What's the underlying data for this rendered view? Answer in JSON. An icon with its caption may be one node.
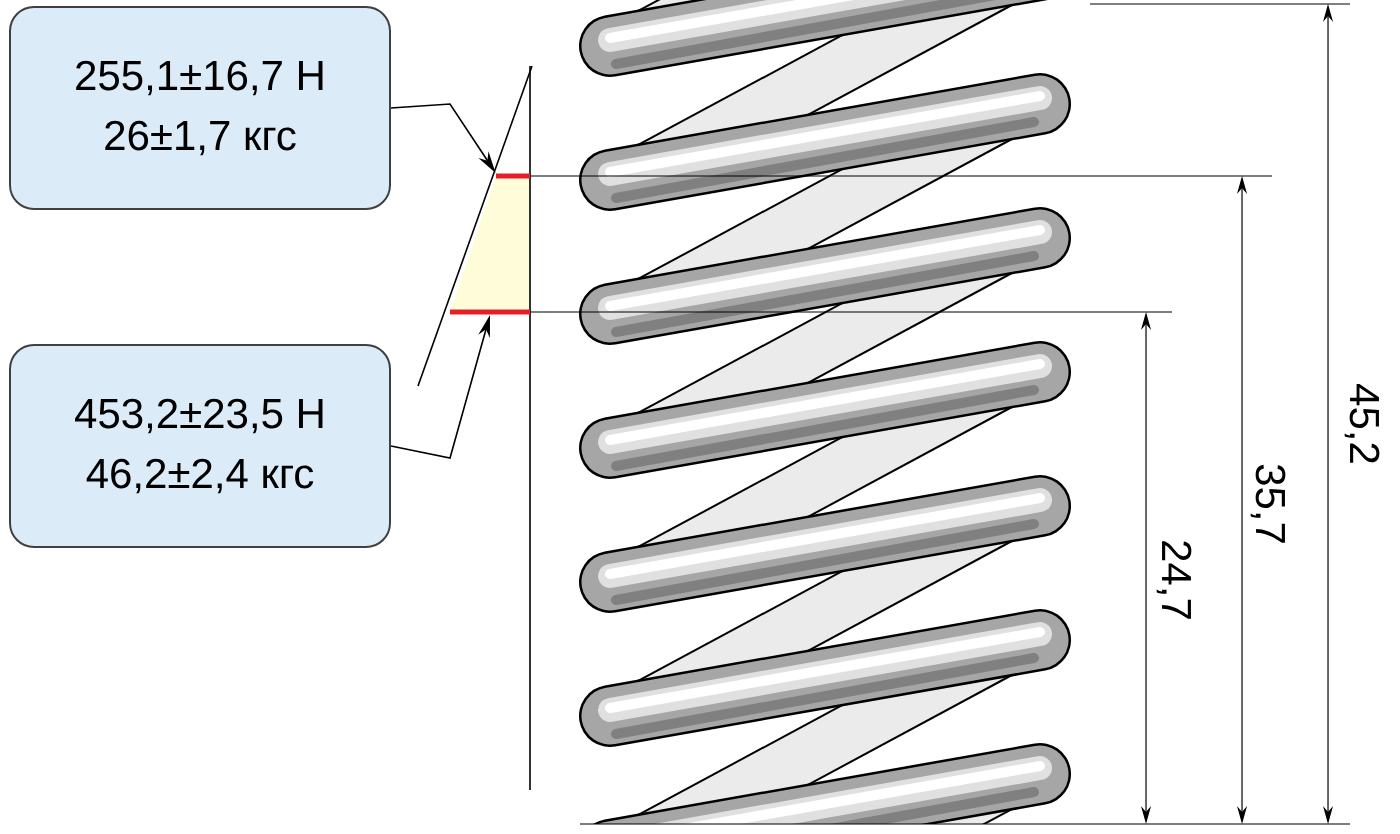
{
  "diagram": {
    "nodes": [
      {
        "text": [
          "255,1±16,7 Н",
          "26±1,7 кгс"
        ]
      },
      {
        "text": [
          "453,2±23,5 Н",
          "46,2±2,4 кгс"
        ]
      },
      {
        "text": [],
        "shape": "bar"
      },
      {
        "text": [],
        "shape": "bar"
      }
    ],
    "edges": [
      {
        "from": 0,
        "to": 2,
        "arrow": "to"
      },
      {
        "from": 1,
        "to": 3,
        "arrow": "to"
      }
    ],
    "labels": [
      "45,2",
      "35,7",
      "24,7"
    ]
  }
}
